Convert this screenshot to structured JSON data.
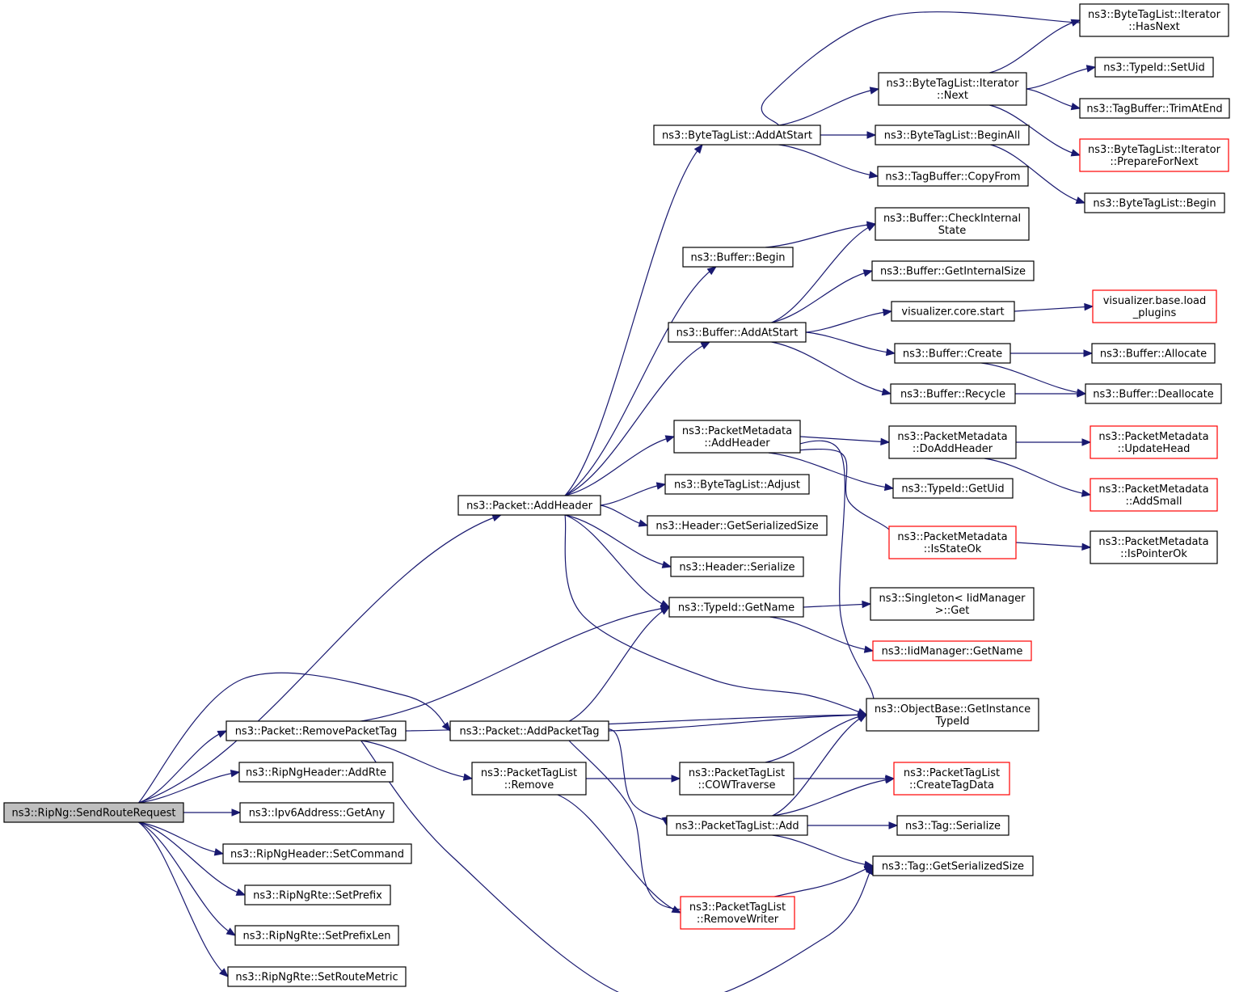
{
  "nodes": [
    {
      "id": "n0",
      "lines": [
        "ns3::RipNg::SendRouteRequest"
      ],
      "style": "root"
    },
    {
      "id": "n1",
      "lines": [
        "ns3::Packet::AddHeader"
      ]
    },
    {
      "id": "n2",
      "lines": [
        "ns3::Packet::RemovePacketTag"
      ]
    },
    {
      "id": "n3",
      "lines": [
        "ns3::Packet::AddPacketTag"
      ]
    },
    {
      "id": "n4",
      "lines": [
        "ns3::RipNgHeader::AddRte"
      ]
    },
    {
      "id": "n5",
      "lines": [
        "ns3::Ipv6Address::GetAny"
      ]
    },
    {
      "id": "n6",
      "lines": [
        "ns3::RipNgHeader::SetCommand"
      ]
    },
    {
      "id": "n7",
      "lines": [
        "ns3::RipNgRte::SetPrefix"
      ]
    },
    {
      "id": "n8",
      "lines": [
        "ns3::RipNgRte::SetPrefixLen"
      ]
    },
    {
      "id": "n9",
      "lines": [
        "ns3::RipNgRte::SetRouteMetric"
      ]
    },
    {
      "id": "n10",
      "lines": [
        "ns3::ByteTagList::AddAtStart"
      ]
    },
    {
      "id": "n11",
      "lines": [
        "ns3::Buffer::Begin"
      ]
    },
    {
      "id": "n12",
      "lines": [
        "ns3::Buffer::AddAtStart"
      ]
    },
    {
      "id": "n13",
      "lines": [
        "ns3::PacketMetadata",
        "::AddHeader"
      ]
    },
    {
      "id": "n14",
      "lines": [
        "ns3::ByteTagList::Adjust"
      ]
    },
    {
      "id": "n15",
      "lines": [
        "ns3::Header::GetSerializedSize"
      ]
    },
    {
      "id": "n16",
      "lines": [
        "ns3::Header::Serialize"
      ]
    },
    {
      "id": "n17",
      "lines": [
        "ns3::TypeId::GetName"
      ]
    },
    {
      "id": "n18",
      "lines": [
        "ns3::PacketTagList",
        "::Remove"
      ]
    },
    {
      "id": "n19",
      "lines": [
        "ns3::PacketTagList",
        "::COWTraverse"
      ]
    },
    {
      "id": "n20",
      "lines": [
        "ns3::PacketTagList::Add"
      ]
    },
    {
      "id": "n21",
      "lines": [
        "ns3::PacketTagList",
        "::RemoveWriter"
      ],
      "style": "red"
    },
    {
      "id": "n22",
      "lines": [
        "ns3::ByteTagList::Iterator",
        "::Next"
      ]
    },
    {
      "id": "n23",
      "lines": [
        "ns3::ByteTagList::BeginAll"
      ]
    },
    {
      "id": "n24",
      "lines": [
        "ns3::TagBuffer::CopyFrom"
      ]
    },
    {
      "id": "n25",
      "lines": [
        "ns3::Buffer::CheckInternal",
        "State"
      ]
    },
    {
      "id": "n26",
      "lines": [
        "ns3::Buffer::GetInternalSize"
      ]
    },
    {
      "id": "n27",
      "lines": [
        "visualizer.core.start"
      ]
    },
    {
      "id": "n28",
      "lines": [
        "ns3::Buffer::Create"
      ]
    },
    {
      "id": "n29",
      "lines": [
        "ns3::Buffer::Recycle"
      ]
    },
    {
      "id": "n30",
      "lines": [
        "ns3::PacketMetadata",
        "::DoAddHeader"
      ]
    },
    {
      "id": "n31",
      "lines": [
        "ns3::TypeId::GetUid"
      ]
    },
    {
      "id": "n32",
      "lines": [
        "ns3::PacketMetadata",
        "::IsStateOk"
      ],
      "style": "red"
    },
    {
      "id": "n33",
      "lines": [
        "ns3::Singleton< IidManager",
        " >::Get"
      ]
    },
    {
      "id": "n34",
      "lines": [
        "ns3::IidManager::GetName"
      ],
      "style": "red"
    },
    {
      "id": "n35",
      "lines": [
        "ns3::ObjectBase::GetInstance",
        "TypeId"
      ]
    },
    {
      "id": "n36",
      "lines": [
        "ns3::PacketTagList",
        "::CreateTagData"
      ],
      "style": "red"
    },
    {
      "id": "n37",
      "lines": [
        "ns3::Tag::Serialize"
      ]
    },
    {
      "id": "n38",
      "lines": [
        "ns3::Tag::GetSerializedSize"
      ]
    },
    {
      "id": "n39",
      "lines": [
        "ns3::ByteTagList::Iterator",
        "::HasNext"
      ]
    },
    {
      "id": "n40",
      "lines": [
        "ns3::TypeId::SetUid"
      ]
    },
    {
      "id": "n41",
      "lines": [
        "ns3::TagBuffer::TrimAtEnd"
      ]
    },
    {
      "id": "n42",
      "lines": [
        "ns3::ByteTagList::Iterator",
        "::PrepareForNext"
      ],
      "style": "red"
    },
    {
      "id": "n43",
      "lines": [
        "ns3::ByteTagList::Begin"
      ]
    },
    {
      "id": "n44",
      "lines": [
        "visualizer.base.load",
        "_plugins"
      ],
      "style": "red"
    },
    {
      "id": "n45",
      "lines": [
        "ns3::Buffer::Allocate"
      ]
    },
    {
      "id": "n46",
      "lines": [
        "ns3::Buffer::Deallocate"
      ]
    },
    {
      "id": "n47",
      "lines": [
        "ns3::PacketMetadata",
        "::UpdateHead"
      ],
      "style": "red"
    },
    {
      "id": "n48",
      "lines": [
        "ns3::PacketMetadata",
        "::AddSmall"
      ],
      "style": "red"
    },
    {
      "id": "n49",
      "lines": [
        "ns3::PacketMetadata",
        "::IsPointerOk"
      ]
    }
  ],
  "edges": [
    [
      "n0",
      "n1"
    ],
    [
      "n0",
      "n2"
    ],
    [
      "n0",
      "n3"
    ],
    [
      "n0",
      "n4"
    ],
    [
      "n0",
      "n5"
    ],
    [
      "n0",
      "n6"
    ],
    [
      "n0",
      "n7"
    ],
    [
      "n0",
      "n8"
    ],
    [
      "n0",
      "n9"
    ],
    [
      "n1",
      "n10"
    ],
    [
      "n1",
      "n11"
    ],
    [
      "n1",
      "n12"
    ],
    [
      "n1",
      "n13"
    ],
    [
      "n1",
      "n14"
    ],
    [
      "n1",
      "n15"
    ],
    [
      "n1",
      "n16"
    ],
    [
      "n1",
      "n17"
    ],
    [
      "n1",
      "n35"
    ],
    [
      "n2",
      "n17"
    ],
    [
      "n2",
      "n35"
    ],
    [
      "n2",
      "n18"
    ],
    [
      "n2",
      "n38"
    ],
    [
      "n3",
      "n17"
    ],
    [
      "n3",
      "n35"
    ],
    [
      "n3",
      "n20"
    ],
    [
      "n3",
      "n38"
    ],
    [
      "n10",
      "n39"
    ],
    [
      "n10",
      "n22"
    ],
    [
      "n10",
      "n23"
    ],
    [
      "n10",
      "n24"
    ],
    [
      "n22",
      "n39"
    ],
    [
      "n22",
      "n40"
    ],
    [
      "n22",
      "n41"
    ],
    [
      "n22",
      "n42"
    ],
    [
      "n23",
      "n43"
    ],
    [
      "n11",
      "n25"
    ],
    [
      "n12",
      "n25"
    ],
    [
      "n12",
      "n26"
    ],
    [
      "n12",
      "n27"
    ],
    [
      "n12",
      "n28"
    ],
    [
      "n12",
      "n29"
    ],
    [
      "n27",
      "n44"
    ],
    [
      "n28",
      "n45"
    ],
    [
      "n28",
      "n46"
    ],
    [
      "n29",
      "n46"
    ],
    [
      "n13",
      "n30"
    ],
    [
      "n13",
      "n31"
    ],
    [
      "n13",
      "n32"
    ],
    [
      "n13",
      "n35"
    ],
    [
      "n30",
      "n47"
    ],
    [
      "n30",
      "n48"
    ],
    [
      "n32",
      "n49"
    ],
    [
      "n17",
      "n33"
    ],
    [
      "n17",
      "n34"
    ],
    [
      "n18",
      "n19"
    ],
    [
      "n18",
      "n21"
    ],
    [
      "n19",
      "n35"
    ],
    [
      "n19",
      "n36"
    ],
    [
      "n20",
      "n35"
    ],
    [
      "n20",
      "n36"
    ],
    [
      "n20",
      "n37"
    ],
    [
      "n20",
      "n38"
    ]
  ]
}
